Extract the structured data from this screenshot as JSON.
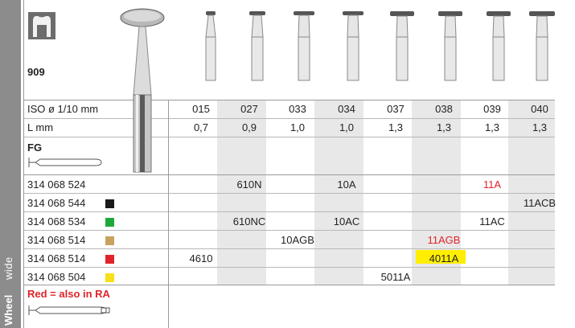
{
  "product": {
    "code": "909",
    "shank_type": "FG",
    "side_label_main": "Wheel",
    "side_label_sub": "wide"
  },
  "specs": {
    "iso_label": "ISO ø 1/10 mm",
    "length_label": "L mm",
    "iso_values": [
      "015",
      "027",
      "033",
      "034",
      "037",
      "038",
      "039",
      "040"
    ],
    "length_values": [
      "0,7",
      "0,9",
      "1,0",
      "1,0",
      "1,3",
      "1,3",
      "1,3",
      "1,3"
    ]
  },
  "rows": [
    {
      "ref": "314 068 524",
      "cells": [
        "",
        "610N",
        "",
        "10A",
        "",
        "",
        "11A",
        ""
      ],
      "red": [
        6
      ]
    },
    {
      "ref": "314 068 544",
      "swatch": "#1a1a1a",
      "cells": [
        "",
        "",
        "",
        "",
        "",
        "",
        "",
        "11ACB"
      ],
      "red": []
    },
    {
      "ref": "314 068 534",
      "swatch": "#1fa83a",
      "cells": [
        "",
        "610NC",
        "",
        "10AC",
        "",
        "",
        "11AC",
        ""
      ],
      "red": []
    },
    {
      "ref": "314 068 514",
      "swatch": "#c9a25e",
      "cells": [
        "",
        "",
        "10AGB",
        "",
        "",
        "11AGB",
        "",
        ""
      ],
      "red": [
        5
      ]
    },
    {
      "ref": "314 068 514",
      "swatch": "#e0242a",
      "cells": [
        "4610",
        "",
        "",
        "",
        "",
        "4011A",
        "",
        ""
      ],
      "red": [],
      "highlight": [
        5
      ]
    },
    {
      "ref": "314 068 504",
      "swatch": "#f7e11a",
      "cells": [
        "",
        "",
        "",
        "",
        "5011A",
        "",
        "",
        ""
      ],
      "red": []
    }
  ],
  "legend": "Red = also in RA",
  "colors": {
    "sidebar": "#8c8c8c",
    "stripe": "#e8e8e8",
    "highlight": "#ffee00",
    "red_text": "#e0242a"
  }
}
